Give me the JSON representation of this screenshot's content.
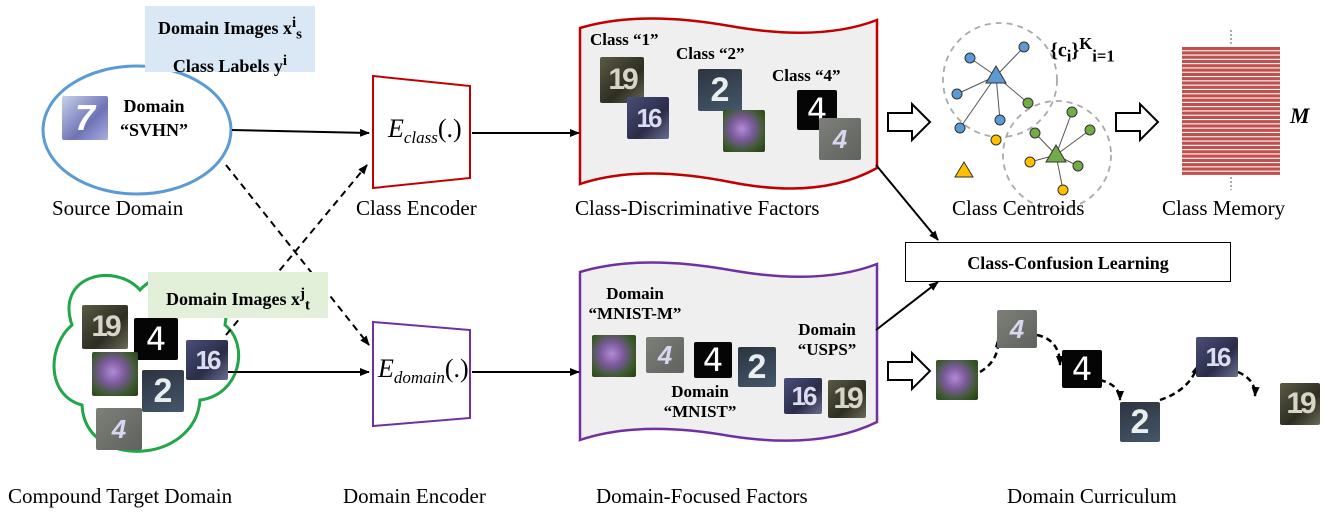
{
  "source": {
    "label_images": "Domain Images x",
    "label_images_sup": "i",
    "label_images_sub": "s",
    "label_classes": "Class Labels y",
    "label_classes_sup": "i",
    "domain_word": "Domain",
    "domain_name": "“SVHN”",
    "caption": "Source Domain",
    "tile_digit": "7"
  },
  "target": {
    "label_images": "Domain Images x",
    "label_images_sup": "j",
    "label_images_sub": "t",
    "caption": "Compound Target Domain",
    "tiles": [
      "19",
      "4",
      "16",
      "",
      "2",
      "4"
    ]
  },
  "class_encoder": {
    "symbol": "E",
    "subscript": "class",
    "args": "(.)",
    "caption": "Class Encoder"
  },
  "domain_encoder": {
    "symbol": "E",
    "subscript": "domain",
    "args": "(.)",
    "caption": "Domain Encoder"
  },
  "class_factors": {
    "caption": "Class-Discriminative Factors",
    "labels": [
      "Class “1”",
      "Class “2”",
      "Class “4”"
    ],
    "tiles": [
      "19",
      "16",
      "2",
      "",
      "4",
      "4"
    ]
  },
  "domain_factors": {
    "caption": "Domain-Focused Factors",
    "label_mnistm_word": "Domain",
    "label_mnistm_name": "“MNIST-M”",
    "label_mnist_word": "Domain",
    "label_mnist_name": "“MNIST”",
    "label_usps_word": "Domain",
    "label_usps_name": "“USPS”",
    "tiles": [
      "",
      "4",
      "4",
      "2",
      "16",
      "19"
    ]
  },
  "centroids": {
    "caption": "Class Centroids",
    "formula": "{c",
    "formula_sub": "i",
    "formula_close": "}",
    "formula_sup": "K",
    "formula_range": "i=1"
  },
  "memory": {
    "caption": "Class Memory",
    "symbol": "M"
  },
  "confusion": {
    "label": "Class-Confusion Learning"
  },
  "curriculum": {
    "caption": "Domain Curriculum",
    "tiles": [
      "",
      "4",
      "4",
      "2",
      "16",
      "19"
    ]
  },
  "colors": {
    "source_ring": "#5b9bd5",
    "target_ring": "#22a64a",
    "class_encoder": "#c00000",
    "domain_encoder": "#7030a0",
    "source_label_bg": "#dae8f5",
    "target_label_bg": "#e2efd9",
    "factor_fill": "#efefef",
    "memory_bar": "#c0504d",
    "node_blue": "#5b9bd5",
    "node_green": "#70ad47",
    "node_yellow": "#ffc000"
  }
}
